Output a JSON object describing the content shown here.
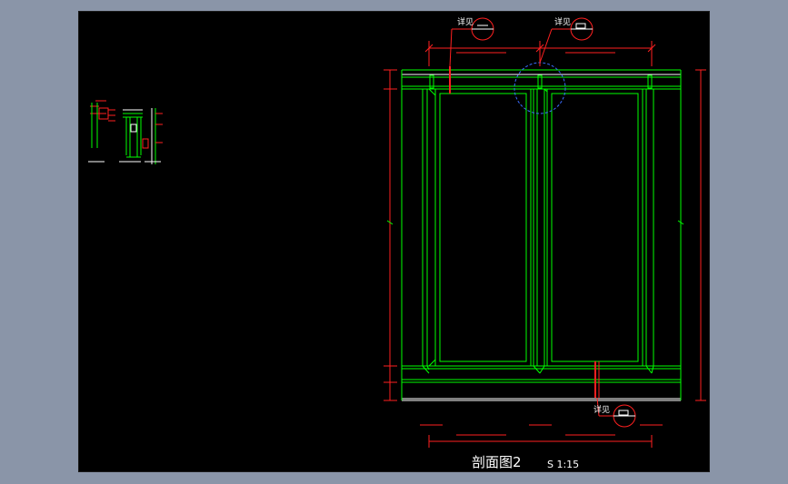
{
  "drawing": {
    "title": "剖面图2",
    "scale": "S 1:15",
    "detail_label": "详见",
    "colors": {
      "background": "#8a95a8",
      "canvas": "#000000",
      "frame": "#00ff00",
      "dimension": "#ff2020",
      "highlight_circle": "#3a6cff",
      "text": "#ffffff"
    }
  }
}
